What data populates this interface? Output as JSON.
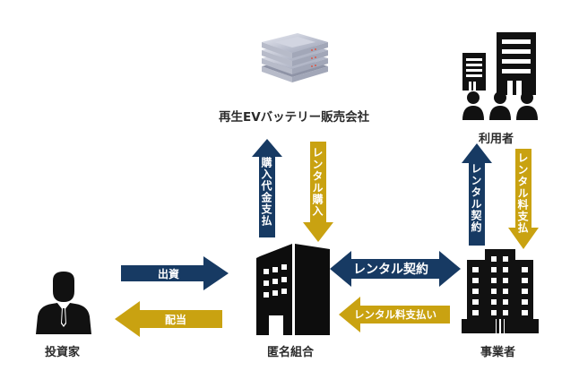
{
  "colors": {
    "navy": "#173a63",
    "gold": "#c9a211",
    "black": "#0d0d0d",
    "text": "#2b2b2b"
  },
  "nodes": {
    "supplier": {
      "label": "再生EVバッテリー販売会社",
      "icon": "battery-stack-icon"
    },
    "users": {
      "label": "利用者",
      "icon": "buildings-people-icon"
    },
    "investor": {
      "label": "投資家",
      "icon": "businessman-icon"
    },
    "partnership": {
      "label": "匿名組合",
      "icon": "office-building-icon"
    },
    "operator": {
      "label": "事業者",
      "icon": "apartment-building-icon"
    }
  },
  "arrows": {
    "purchase_payment": "購入代金支払",
    "rental_purchase": "レンタル購入",
    "rental_contract_up": "レンタル契約",
    "rental_fee_down": "レンタル料支払",
    "rental_contract": "レンタル契約",
    "rental_fee_payment": "レンタル料支払い",
    "investment": "出資",
    "dividend": "配当"
  }
}
